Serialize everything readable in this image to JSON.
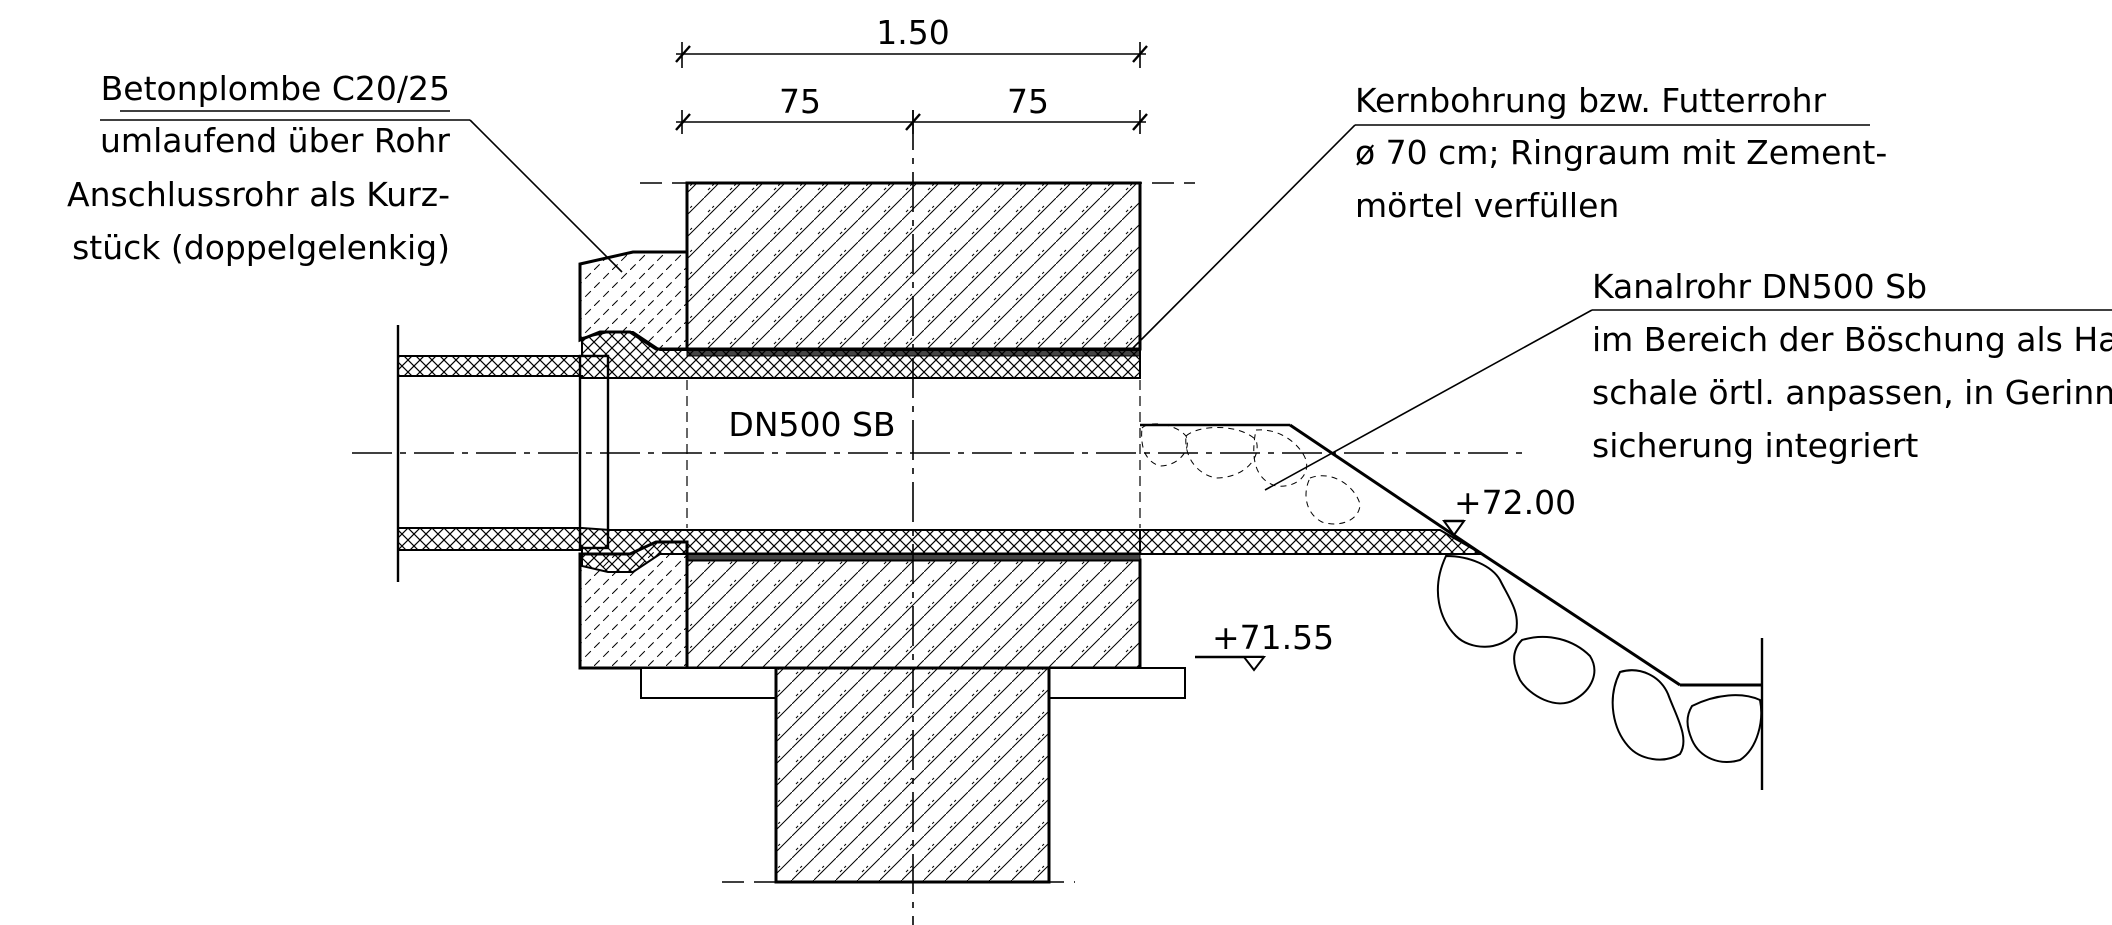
{
  "dimensions": {
    "total": "1.50",
    "left_half": "75",
    "right_half": "75"
  },
  "labels": {
    "betonplombe": [
      "Betonplombe C20/25",
      "umlaufend über Rohr",
      "Anschlussrohr als Kurz-",
      "stück (doppelgelenkig)"
    ],
    "kernbohrung": [
      "Kernbohrung bzw. Futterrohr",
      "ø 70 cm; Ringraum mit Zement-",
      "mörtel verfüllen"
    ],
    "kanalrohr": [
      "Kanalrohr DN500 Sb",
      "im Bereich der Böschung als Halb-",
      "schale örtl. anpassen, in Gerinne-",
      "sicherung integriert"
    ],
    "pipe": "DN500 SB"
  },
  "levels": {
    "upper": "+72.00",
    "lower": "+71.55"
  }
}
